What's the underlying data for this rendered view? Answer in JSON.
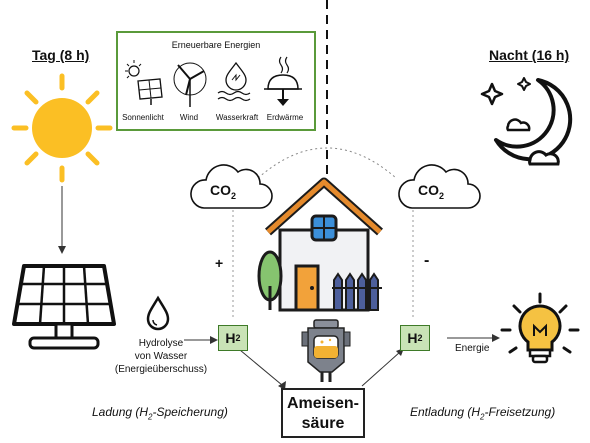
{
  "day": {
    "label": "Tag (8 h)"
  },
  "night": {
    "label": "Nacht (16 h)"
  },
  "renewables": {
    "title": "Erneuerbare Energien",
    "items": [
      "Sonnenlicht",
      "Wind",
      "Wasserkraft",
      "Erdwärme"
    ]
  },
  "co2_left": {
    "text": "CO",
    "sub": "2"
  },
  "co2_right": {
    "text": "CO",
    "sub": "2"
  },
  "plus": "+",
  "minus": "-",
  "h2_left": {
    "text": "H",
    "sub": "2"
  },
  "h2_right": {
    "text": "H",
    "sub": "2"
  },
  "hydrolysis": {
    "line1": "Hydrolyse",
    "line2": "von Wasser",
    "line3": "(Energieüberschuss)"
  },
  "energy": "Energie",
  "acid": {
    "line1": "Ameisen-",
    "line2": "säure"
  },
  "charge": {
    "pre": "Ladung (H",
    "sub": "2",
    "post": "-Speicherung)"
  },
  "discharge": {
    "pre": "Entladung (H",
    "sub": "2",
    "post": "-Freisetzung)"
  },
  "colors": {
    "green_border": "#5a9a3a",
    "h2_fill": "#c9e3b6",
    "sun": "#fbbf24",
    "roof": "#e58a2c",
    "door": "#f2a23a",
    "window": "#3b8fd9",
    "bulb": "#f5c242",
    "tank": "#f2b233"
  }
}
